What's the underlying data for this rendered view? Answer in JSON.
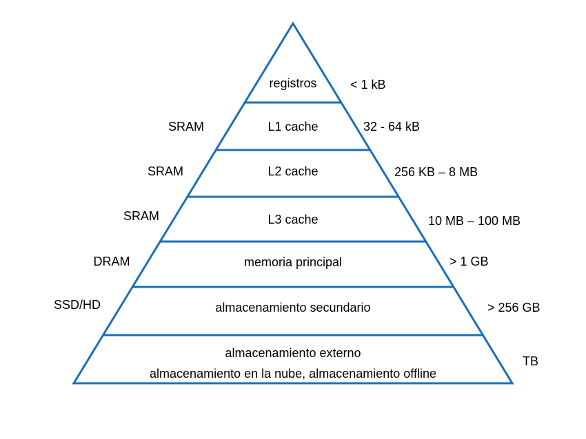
{
  "colors": {
    "outline": "#1a6fb8",
    "text": "#000000",
    "background": "#ffffff"
  },
  "levels": [
    {
      "name": [
        "registros"
      ],
      "technology": "",
      "capacity": "< 1 kB"
    },
    {
      "name": [
        "L1 cache"
      ],
      "technology": "SRAM",
      "capacity": "32 - 64 kB"
    },
    {
      "name": [
        "L2 cache"
      ],
      "technology": "SRAM",
      "capacity": "256 KB – 8 MB"
    },
    {
      "name": [
        "L3 cache"
      ],
      "technology": "SRAM",
      "capacity": "10 MB – 100 MB"
    },
    {
      "name": [
        "memoria principal"
      ],
      "technology": "DRAM",
      "capacity": "> 1 GB"
    },
    {
      "name": [
        "almacenamiento secundario"
      ],
      "technology": "SSD/HD",
      "capacity": "> 256 GB"
    },
    {
      "name": [
        "almacenamiento externo",
        "almacenamiento en la nube, almacenamiento offline"
      ],
      "technology": "",
      "capacity": "TB"
    }
  ]
}
